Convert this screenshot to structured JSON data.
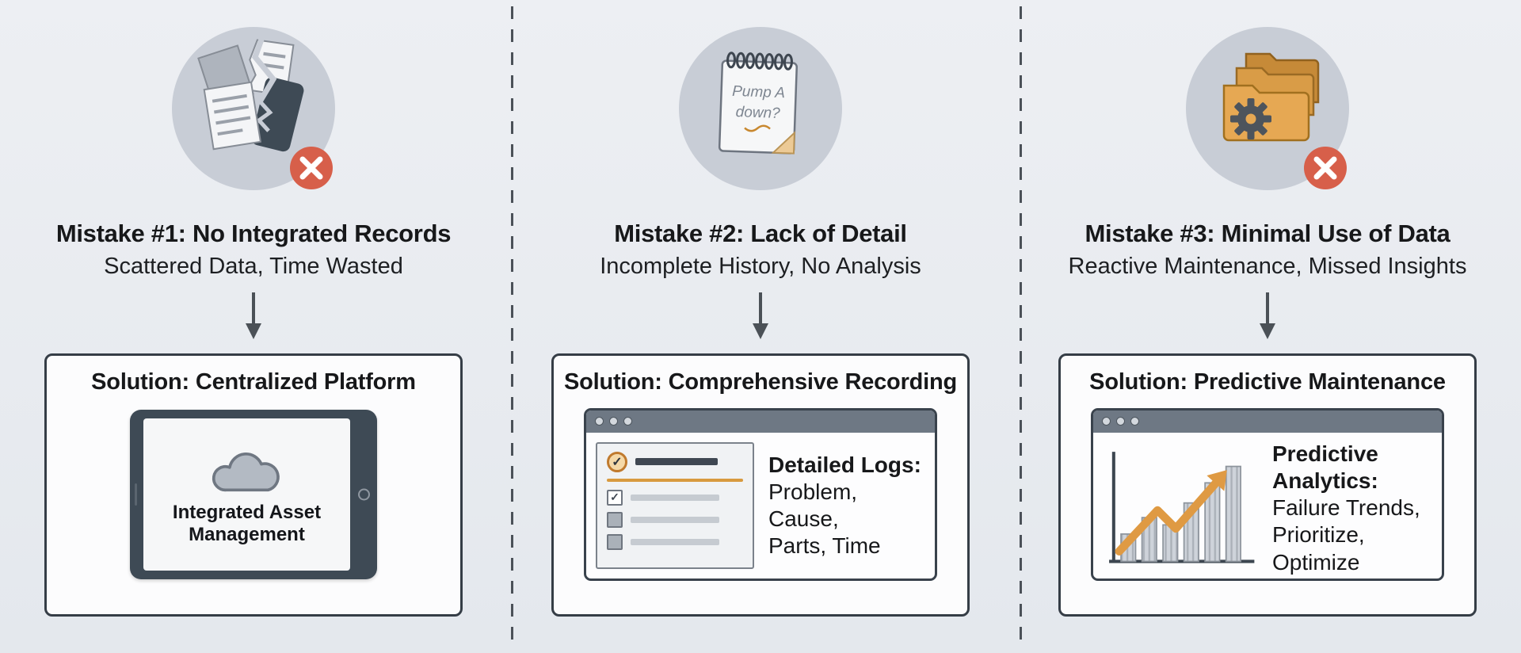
{
  "glyphs": {
    "check": "✓"
  },
  "colors": {
    "background": "#e8ebef",
    "icon_circle": "#c8cdd6",
    "error_badge": "#d75f4a",
    "dark_slate": "#3e4a55",
    "accent_orange": "#e09a44",
    "browser_header": "#6e7884",
    "text": "#17181a"
  },
  "columns": [
    {
      "id": "no-integrated-records",
      "icon": "torn-documents-icon",
      "mistake_title": "Mistake #1: No Integrated Records",
      "mistake_subtitle": "Scattered Data, Time Wasted",
      "solution_title": "Solution: Centralized Platform",
      "tablet_label": "Integrated Asset Management"
    },
    {
      "id": "lack-of-detail",
      "icon": "notepad-icon",
      "notepad_line1": "Pump A",
      "notepad_line2": "down?",
      "mistake_title": "Mistake #2: Lack of Detail",
      "mistake_subtitle": "Incomplete History, No Analysis",
      "solution_title": "Solution: Comprehensive Recording",
      "log_heading": "Detailed Logs:",
      "log_lines": [
        "Problem, Cause,",
        "Parts, Time"
      ]
    },
    {
      "id": "minimal-use-of-data",
      "icon": "folder-gear-icon",
      "mistake_title": "Mistake #3: Minimal Use of Data",
      "mistake_subtitle": "Reactive Maintenance, Missed Insights",
      "solution_title": "Solution: Predictive Maintenance",
      "analytics_heading": "Predictive Analytics:",
      "analytics_lines": [
        "Failure Trends,",
        "Prioritize,",
        "Optimize"
      ]
    }
  ]
}
